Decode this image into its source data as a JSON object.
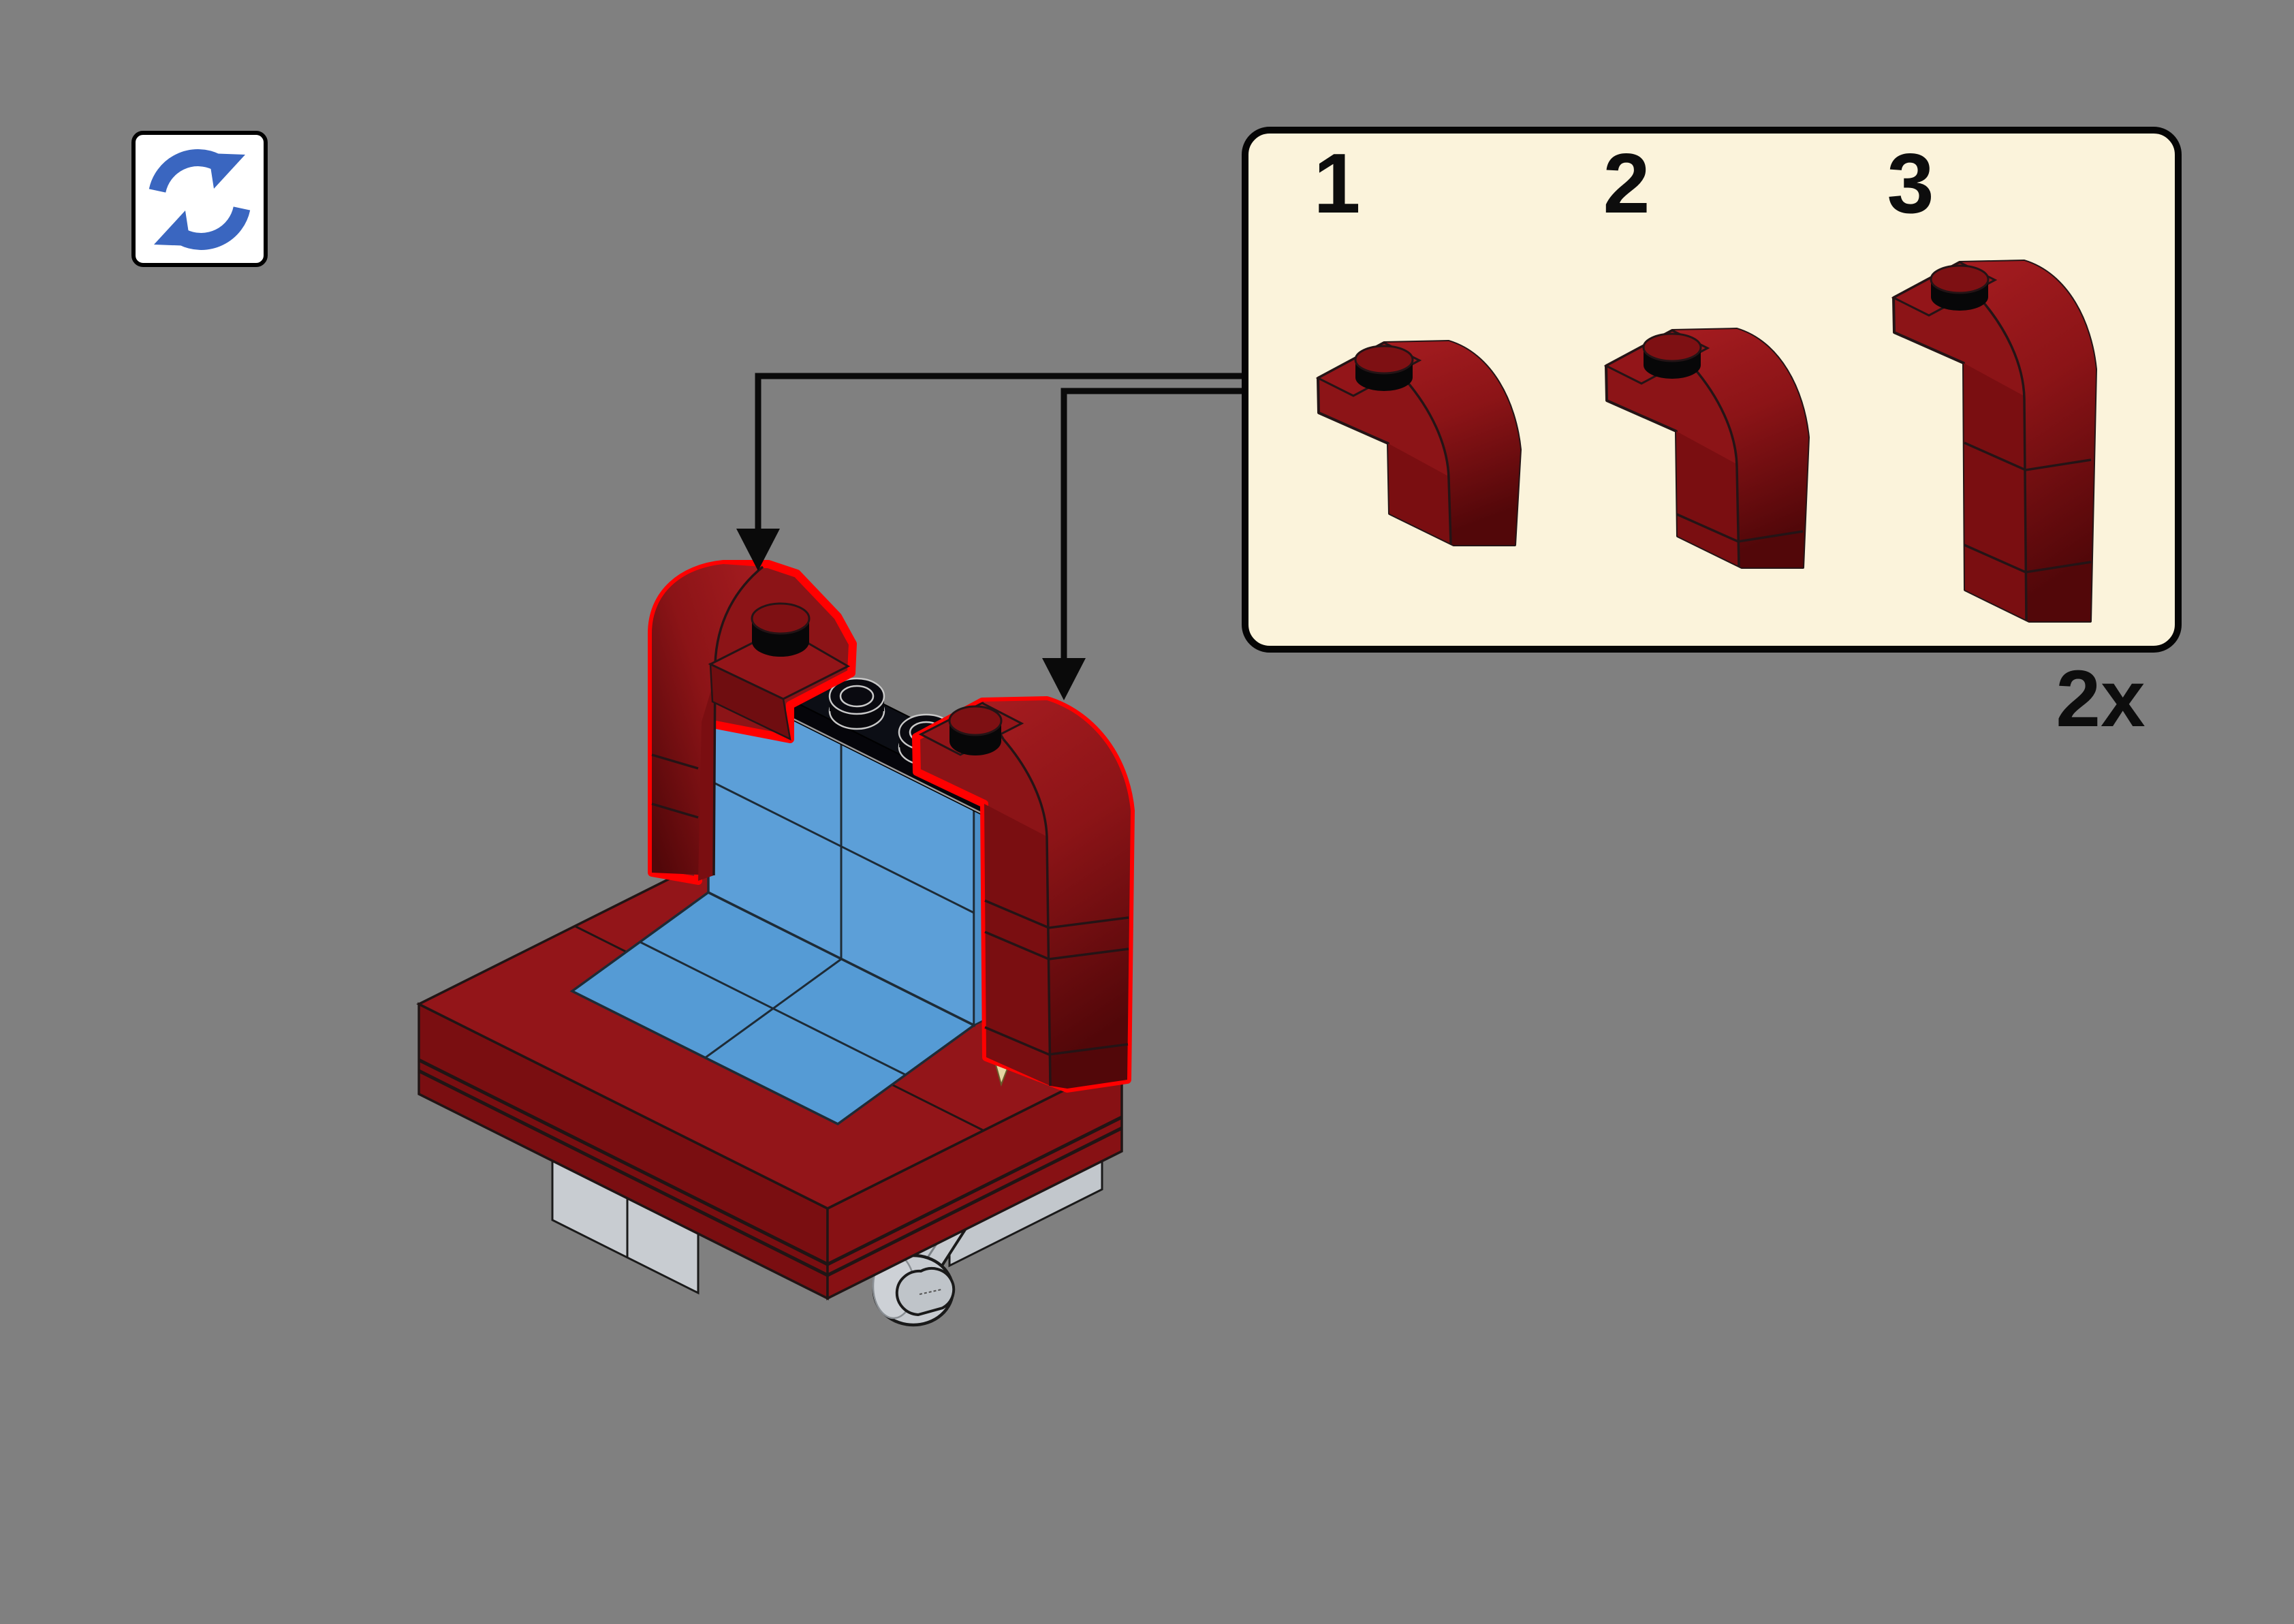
{
  "page": {
    "background_color": "#808080",
    "kind": "lego-building-instruction-step"
  },
  "rotate_indicator": {
    "icon": "rotate-icon",
    "icon_color": "#3A66C0",
    "box_color": "#FFFFFF",
    "border_color": "#000000"
  },
  "parts_callout": {
    "background_color": "#FBF3DB",
    "border_color": "#050505",
    "steps": [
      {
        "label": "1"
      },
      {
        "label": "2"
      },
      {
        "label": "3"
      }
    ],
    "quantity_label": "2x",
    "part_color": "#8C1417"
  },
  "arrows": {
    "color": "#0A0A0A",
    "count": 2
  },
  "model": {
    "highlight_color": "#FF0000",
    "colors": {
      "dark_red": "#8C1417",
      "dark_red_top": "#931519",
      "dark_red_shadow": "#6F0D10",
      "panel_blue": "#5C9FD8",
      "seat_blue": "#559BD5",
      "plate_black": "#0C0E15",
      "stud_rim_gray": "#C9C9C9",
      "light_gray": "#C7CBD0",
      "tan": "#E6D5A3"
    }
  }
}
